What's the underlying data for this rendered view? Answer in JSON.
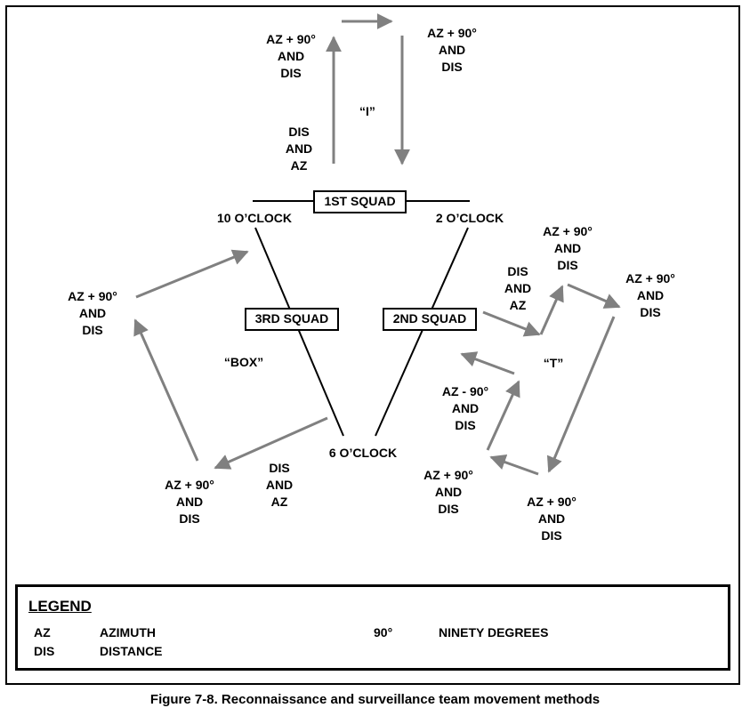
{
  "diagram": {
    "squads": {
      "first": "1ST SQUAD",
      "second": "2ND SQUAD",
      "third": "3RD SQUAD"
    },
    "clock": {
      "ten": "10 O’CLOCK",
      "two": "2 O’CLOCK",
      "six": "6 O’CLOCK"
    },
    "methods": {
      "i": "“I”",
      "box": "“BOX”",
      "t": "“T”"
    },
    "labels": {
      "i_left": "AZ + 90°\nAND\nDIS",
      "i_right": "AZ + 90°\nAND\nDIS",
      "i_start": "DIS\nAND\nAZ",
      "box_left": "AZ + 90°\nAND\nDIS",
      "box_bottom": "AZ + 90°\nAND\nDIS",
      "box_start": "DIS\nAND\nAZ",
      "t_start": "DIS\nAND\nAZ",
      "t_top": "AZ + 90°\nAND\nDIS",
      "t_right": "AZ + 90°\nAND\nDIS",
      "t_minus": "AZ - 90°\nAND\nDIS",
      "t_bottom_left": "AZ + 90°\nAND\nDIS",
      "t_bottom_right": "AZ + 90°\nAND\nDIS"
    },
    "arrow_color": "#808080",
    "line_color": "#000000"
  },
  "legend": {
    "title": "LEGEND",
    "entries": [
      {
        "abbr": "AZ",
        "meaning": "AZIMUTH"
      },
      {
        "abbr": "DIS",
        "meaning": "DISTANCE"
      },
      {
        "abbr": "90°",
        "meaning": "NINETY DEGREES"
      }
    ]
  },
  "caption": "Figure 7-8. Reconnaissance and surveillance team movement methods"
}
